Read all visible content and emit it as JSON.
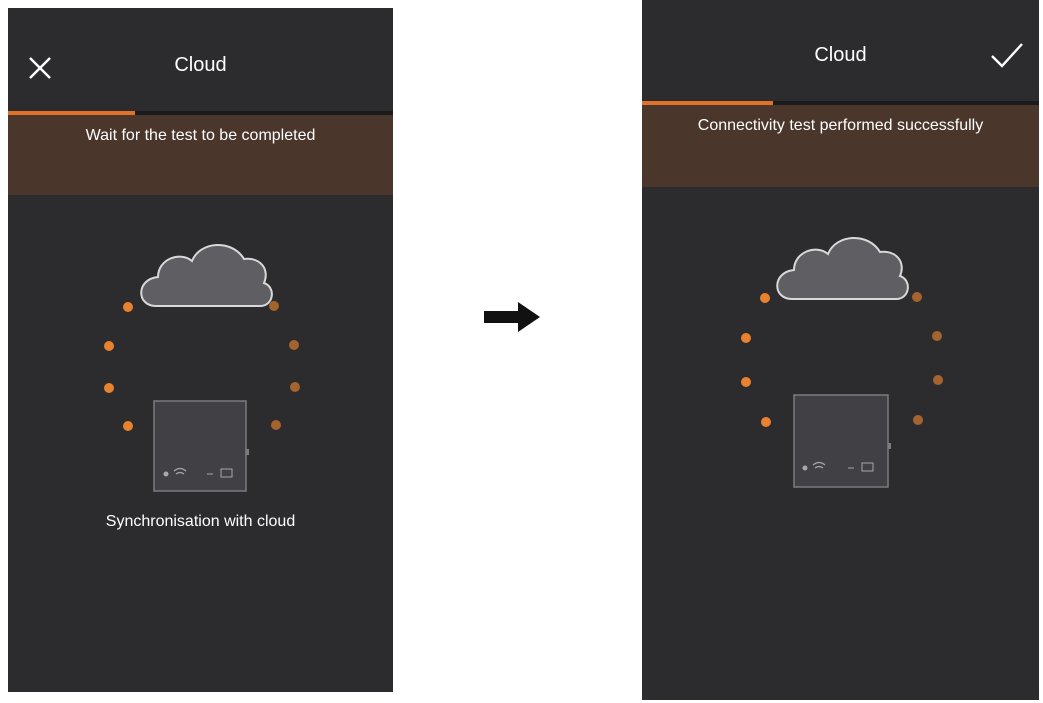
{
  "left_screen": {
    "title": "Cloud",
    "close_icon": "close-icon",
    "progress": 0.33,
    "banner": "Wait for the test to be completed",
    "status": "Synchronisation with cloud"
  },
  "right_screen": {
    "title": "Cloud",
    "confirm_icon": "check-icon",
    "progress": 0.33,
    "banner": "Connectivity test performed successfully"
  },
  "transition_icon": "right-arrow-icon",
  "colors": {
    "background": "#2c2b2e",
    "accent": "#e0702a",
    "banner": "#4a362b"
  }
}
